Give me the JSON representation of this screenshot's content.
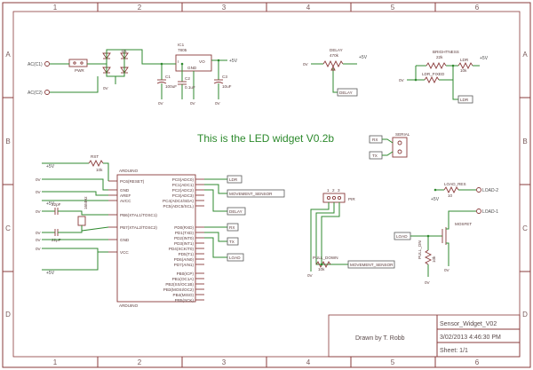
{
  "grid": {
    "columns": [
      "1",
      "2",
      "3",
      "4",
      "5",
      "6"
    ],
    "rows": [
      "A",
      "B",
      "C",
      "D"
    ]
  },
  "heading": "This is the LED widget V0.2b",
  "title_block": {
    "name": "Sensor_Widget_V02",
    "date": "3/02/2013 4:46:30 PM",
    "sheet": "Sheet: 1/1",
    "drawn_by": "Drawn by T. Robb"
  },
  "power": {
    "ac1": "AC(C1)",
    "ac2": "AC(C2)",
    "connector": "PWR",
    "rectifier": "D1",
    "regulator_name": "IC1",
    "regulator_part": "7805",
    "regulator_pins": [
      "I",
      "VO",
      "GND"
    ],
    "cap1": "C1",
    "cap1_value": "100uF",
    "cap2": "C2",
    "cap2_value": "0.1uF",
    "cap3": "C3",
    "cap3_value": "10uF",
    "rail": "+5V",
    "ground": "0V"
  },
  "delay": {
    "title": "DELAY",
    "value": "470k",
    "net": "DELAY",
    "rail": "+5V",
    "ground": "0V"
  },
  "brightness": {
    "title": "BRIGHTNESS",
    "pot_value": "22k",
    "ldr": "LDR",
    "ldr_value": "10k",
    "ldr_fixed": "LDR_FIXED",
    "net": "LDR",
    "rail": "+5V",
    "ground": "0V"
  },
  "serial": {
    "title": "SERIAL",
    "rx": "RX",
    "tx": "TX"
  },
  "mcu": {
    "name": "ARDUINO",
    "footer": "ARDUINO",
    "left_pins": [
      "PC6(RESET)",
      "GND",
      "AREF",
      "AVCC",
      "PB6(XTAL1/TOSC1)",
      "PB7(XTAL2/TOSC2)",
      "GND",
      "VCC"
    ],
    "right_pins": [
      "PC0(ADC0)",
      "PC1(ADC1)",
      "PC2(ADC2)",
      "PC3(ADC3)",
      "PC4(ADC4/SDA)",
      "PC5(ADC5/SCL)",
      "PD0(RXD)",
      "PD1(TXD)",
      "PD2(INT0)",
      "PD3(INT1)",
      "PD4(XCK/T0)",
      "PD5(T1)",
      "PD6(AIN0)",
      "PD7(AIN1)",
      "PB0(ICP)",
      "PB1(OC1A)",
      "PB2(SS/OC1B)",
      "PB3(MOSI/OC2)",
      "PB4(MISO)",
      "PB5(SCK)"
    ],
    "reset_resistor": "RST",
    "reset_value": "10k",
    "crystal": "16MHz",
    "cap_a": "22pF",
    "cap_b": "22pF",
    "rail": "+5V",
    "ground": "0V"
  },
  "nets": {
    "ldr": "LDR",
    "movement": "MOVEMENT_SENSOR",
    "delay": "DELAY",
    "rx": "RX",
    "tx": "TX",
    "load": "LOAD"
  },
  "sensor": {
    "header": "PIR",
    "pins": [
      "1",
      "2",
      "3"
    ],
    "pulldown": "PULL_DOWN",
    "pulldown_value": "10k",
    "net": "MOVEMENT_SENSOR",
    "ground": "0V"
  },
  "load": {
    "res": "LOAD_RES",
    "res_value": "10",
    "out2": "LOAD-2",
    "out1": "LOAD-1",
    "mosfet": "MOSFET",
    "gate_res": "PULL_DN",
    "gate_res_value": "10k",
    "net": "LOAD",
    "rail": "+5V",
    "ground": "0V"
  }
}
